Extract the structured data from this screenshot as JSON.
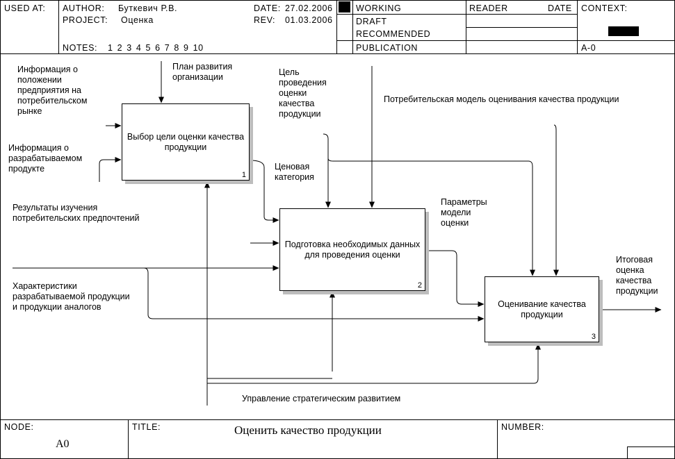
{
  "header": {
    "used_at": "USED AT:",
    "author_label": "AUTHOR:",
    "author": "Буткевич Р.В.",
    "project_label": "PROJECT:",
    "project": "Оценка",
    "date_label": "DATE:",
    "date": "27.02.2006",
    "rev_label": "REV:",
    "rev": "01.03.2006",
    "notes_label": "NOTES:",
    "notes": "1 2 3 4 5 6 7 8 9 10",
    "status": [
      "WORKING",
      "DRAFT",
      "RECOMMENDED",
      "PUBLICATION"
    ],
    "reader": "READER",
    "reader_date": "DATE",
    "context": "CONTEXT:",
    "context_node": "A-0"
  },
  "boxes": [
    {
      "label": "Выбор цели оценки качества продукции",
      "num": "1"
    },
    {
      "label": "Подготовка необходимых данных для проведения оценки",
      "num": "2"
    },
    {
      "label": "Оценивание качества продукции",
      "num": "3"
    }
  ],
  "arrow_labels": {
    "info_market": "Информация о положении предприятия на потребительском рынке",
    "info_product": "Информация о разрабатываемом продукте",
    "plan": "План развития организации",
    "goal": "Цель проведения оценки качества продукции",
    "consumer_model": "Потребительская модель оценивания качества продукции",
    "price_category": "Ценовая категория",
    "consumer_research": "Результаты изучения потребительских предпочтений",
    "model_params": "Параметры модели оценки",
    "characteristics": "Характеристики разрабатываемой продукции и продукции аналогов",
    "final_score": "Итоговая оценка качества продукции",
    "management": "Управление стратегическим развитием"
  },
  "footer": {
    "node_label": "NODE:",
    "node": "A0",
    "title_label": "TITLE:",
    "title": "Оценить качество продукции",
    "number_label": "NUMBER:"
  }
}
